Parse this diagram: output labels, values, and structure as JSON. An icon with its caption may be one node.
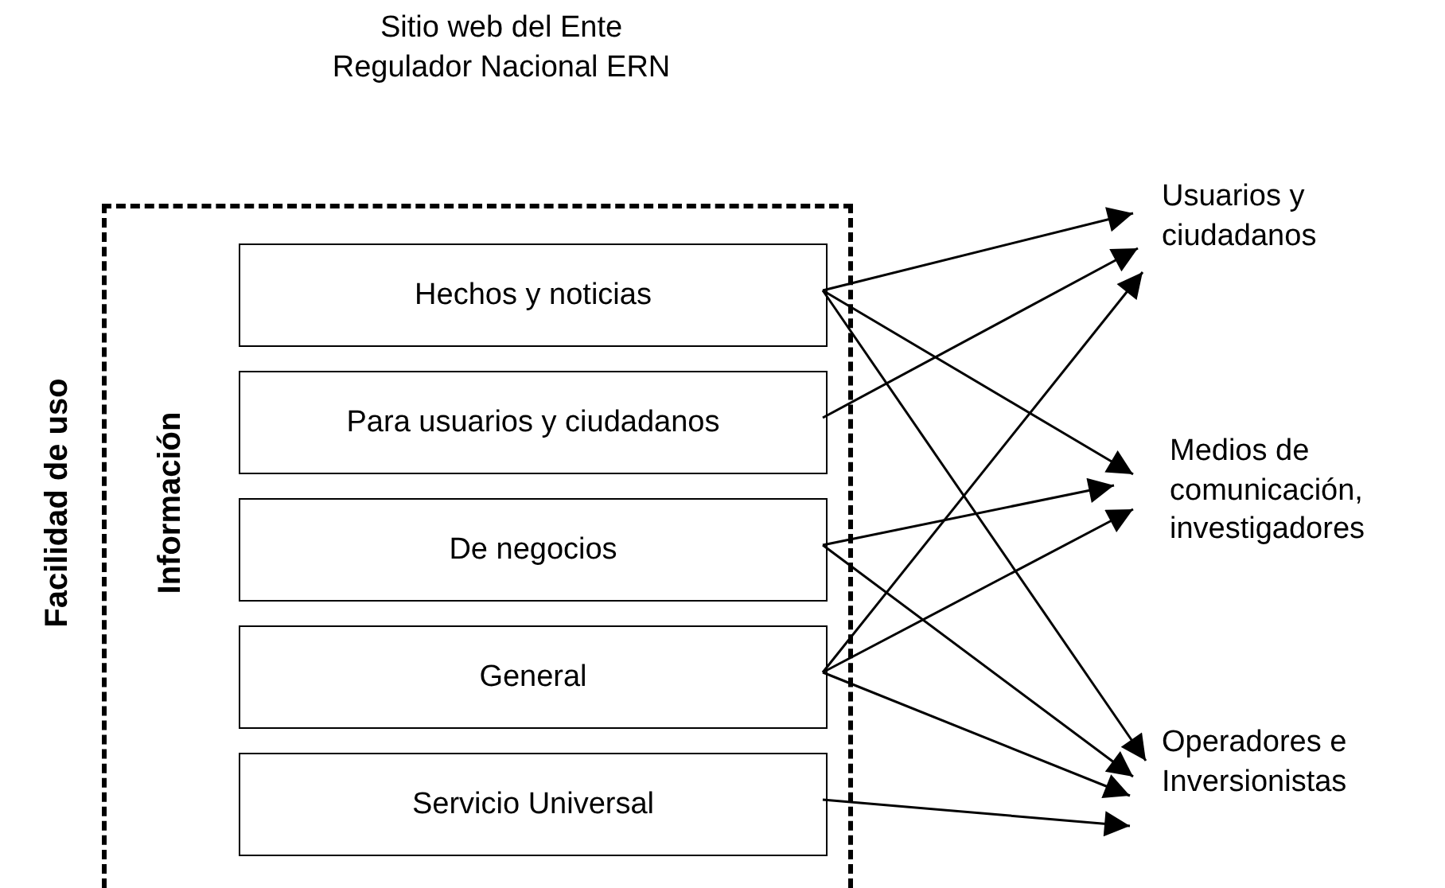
{
  "diagram": {
    "title": "Sitio web del Ente Regulador Nacional ERN",
    "nodes": [
      {
        "text": [
          "Facilidad de uso",
          "Información"
        ]
      },
      {
        "text": [
          "Hechos y noticias"
        ],
        "in": 0
      },
      {
        "text": [
          "Para usuarios y ciudadanos"
        ],
        "in": 0
      },
      {
        "text": [
          "De negocios"
        ],
        "in": 0
      },
      {
        "text": [
          "General"
        ],
        "in": 0
      },
      {
        "text": [
          "Servicio Universal"
        ],
        "in": 0
      },
      {
        "text": [
          "Usuarios y ciudadanos"
        ]
      },
      {
        "text": [
          "Medios de comunicación, investigadores"
        ]
      },
      {
        "text": [
          "Operadores e Inversionistas"
        ]
      }
    ],
    "edges": [
      {
        "from": 1,
        "to": 6,
        "arrow": "to"
      },
      {
        "from": 1,
        "to": 7,
        "arrow": "to"
      },
      {
        "from": 1,
        "to": 8,
        "arrow": "to"
      },
      {
        "from": 2,
        "to": 6,
        "arrow": "to"
      },
      {
        "from": 3,
        "to": 7,
        "arrow": "to"
      },
      {
        "from": 3,
        "to": 8,
        "arrow": "to"
      },
      {
        "from": 4,
        "to": 6,
        "arrow": "to"
      },
      {
        "from": 4,
        "to": 7,
        "arrow": "to"
      },
      {
        "from": 4,
        "to": 8,
        "arrow": "to"
      },
      {
        "from": 5,
        "to": 8,
        "arrow": "to"
      }
    ]
  }
}
